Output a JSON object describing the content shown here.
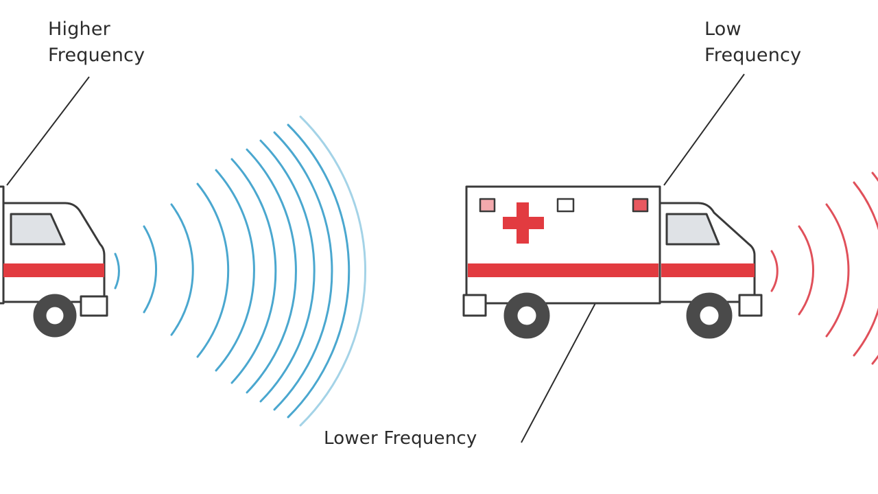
{
  "labels": {
    "left": {
      "line1": "Higher",
      "line2": "Frequency"
    },
    "right": {
      "line1": "Low",
      "line2": "Frequency"
    },
    "bottom": "Lower Frequency"
  },
  "colors": {
    "high_wave": "#4aa7cf",
    "low_wave": "#e0505a",
    "stripe": "#e23b40",
    "outline": "#3a3a3a",
    "cab_window": "#dfe2e6",
    "wheel": "#4a4a4a"
  },
  "icons": {
    "left_vehicle": "ambulance-icon",
    "right_vehicle": "ambulance-icon",
    "medical_cross": "red-cross-icon"
  }
}
